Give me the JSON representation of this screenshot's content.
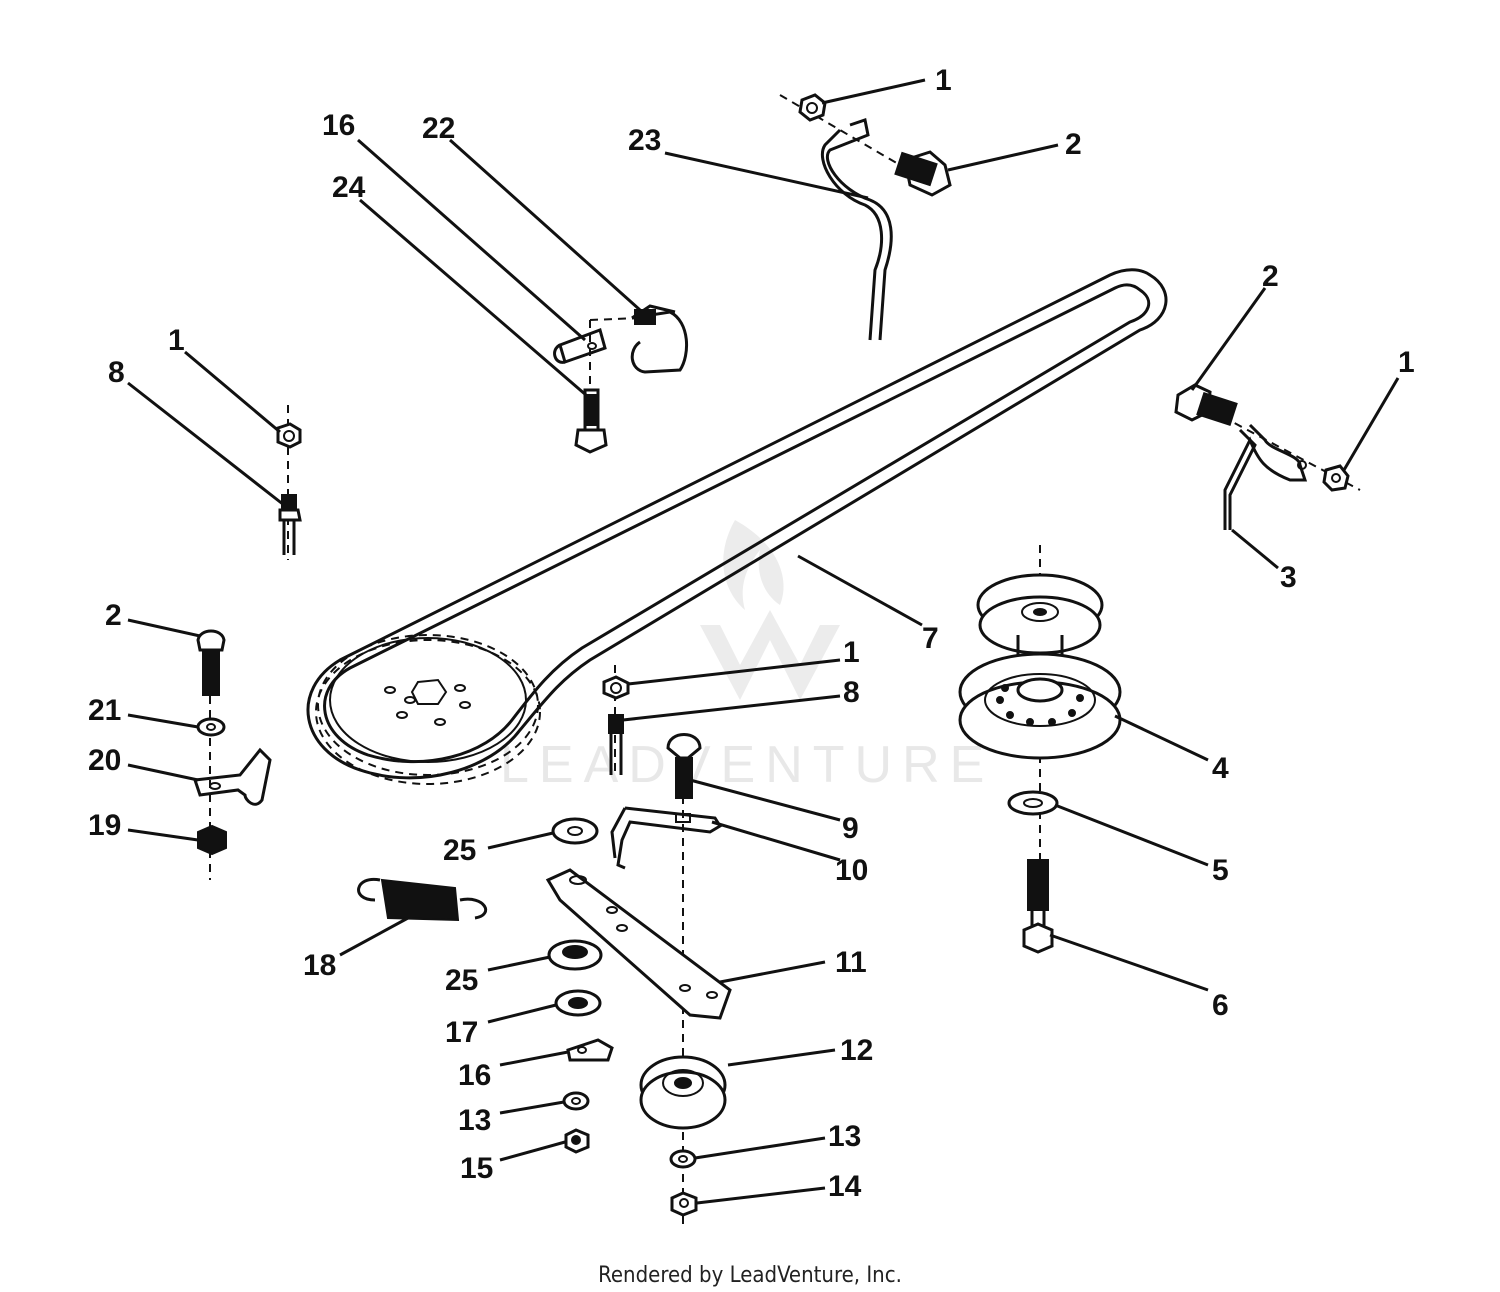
{
  "callouts": [
    {
      "id": "c-1-top",
      "text": "1"
    },
    {
      "id": "c-2-top",
      "text": "2"
    },
    {
      "id": "c-23",
      "text": "23"
    },
    {
      "id": "c-16-top",
      "text": "16"
    },
    {
      "id": "c-22",
      "text": "22"
    },
    {
      "id": "c-24",
      "text": "24"
    },
    {
      "id": "c-1-left",
      "text": "1"
    },
    {
      "id": "c-8-left",
      "text": "8"
    },
    {
      "id": "c-2-right",
      "text": "2"
    },
    {
      "id": "c-1-right",
      "text": "1"
    },
    {
      "id": "c-3",
      "text": "3"
    },
    {
      "id": "c-7",
      "text": "7"
    },
    {
      "id": "c-2-left",
      "text": "2"
    },
    {
      "id": "c-21",
      "text": "21"
    },
    {
      "id": "c-20",
      "text": "20"
    },
    {
      "id": "c-19",
      "text": "19"
    },
    {
      "id": "c-1-mid",
      "text": "1"
    },
    {
      "id": "c-8-mid",
      "text": "8"
    },
    {
      "id": "c-4",
      "text": "4"
    },
    {
      "id": "c-9",
      "text": "9"
    },
    {
      "id": "c-10",
      "text": "10"
    },
    {
      "id": "c-5",
      "text": "5"
    },
    {
      "id": "c-25-top",
      "text": "25"
    },
    {
      "id": "c-18",
      "text": "18"
    },
    {
      "id": "c-11",
      "text": "11"
    },
    {
      "id": "c-6",
      "text": "6"
    },
    {
      "id": "c-25-bottom",
      "text": "25"
    },
    {
      "id": "c-17",
      "text": "17"
    },
    {
      "id": "c-12",
      "text": "12"
    },
    {
      "id": "c-16-bottom",
      "text": "16"
    },
    {
      "id": "c-13-left",
      "text": "13"
    },
    {
      "id": "c-13-right",
      "text": "13"
    },
    {
      "id": "c-15",
      "text": "15"
    },
    {
      "id": "c-14",
      "text": "14"
    }
  ],
  "watermark": "LEADVENTURE",
  "footer": "Rendered by LeadVenture, Inc."
}
